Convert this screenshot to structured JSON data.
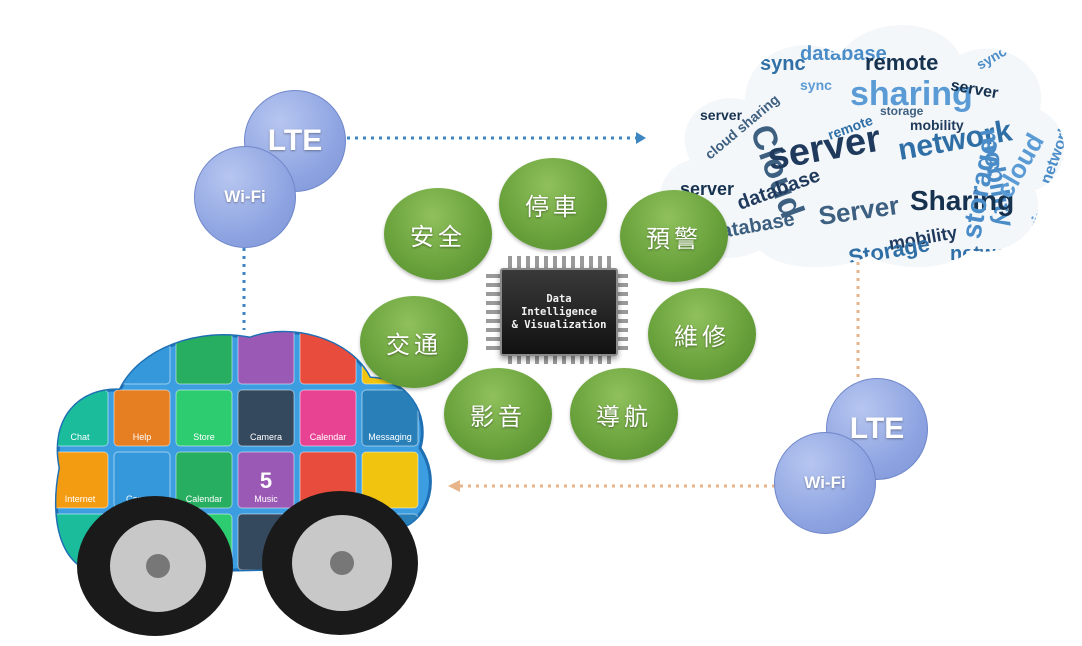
{
  "connectivity": {
    "top_left": {
      "lte": "LTE",
      "wifi": "Wi-Fi"
    },
    "bottom_right": {
      "lte": "LTE",
      "wifi": "Wi-Fi"
    }
  },
  "chip": {
    "line1": "Data",
    "line2": "Intelligence",
    "line3": "& Visualization"
  },
  "services": {
    "parking": "停車",
    "safety": "安全",
    "warning": "預警",
    "traffic": "交通",
    "maintenance": "維修",
    "media": "影音",
    "navigation": "導航"
  },
  "cloud": {
    "words": [
      "storage",
      "sync",
      "database",
      "remote",
      "Cloud",
      "sharing",
      "server",
      "network",
      "mobility",
      "Sharing",
      "Server",
      "cloud",
      "database",
      "network",
      "storage",
      "server",
      "cloud sharing",
      "sync",
      "mobility",
      "Storage",
      "network",
      "server",
      "database",
      "sharing",
      "mobility",
      "remote",
      "sync",
      "server",
      "storage"
    ]
  },
  "car": {
    "apps": [
      "Chat",
      "Help",
      "Store",
      "Camera",
      "Calendar",
      "Messaging",
      "Internet",
      "Camera",
      "Calendar",
      "Music",
      "Chat"
    ],
    "calendar_day": "5"
  },
  "colors": {
    "lte_circle": "#8fa5e2",
    "service_green": "#6ba33d",
    "arrow_blue": "#3e86c2",
    "arrow_orange": "#e8b58a"
  }
}
